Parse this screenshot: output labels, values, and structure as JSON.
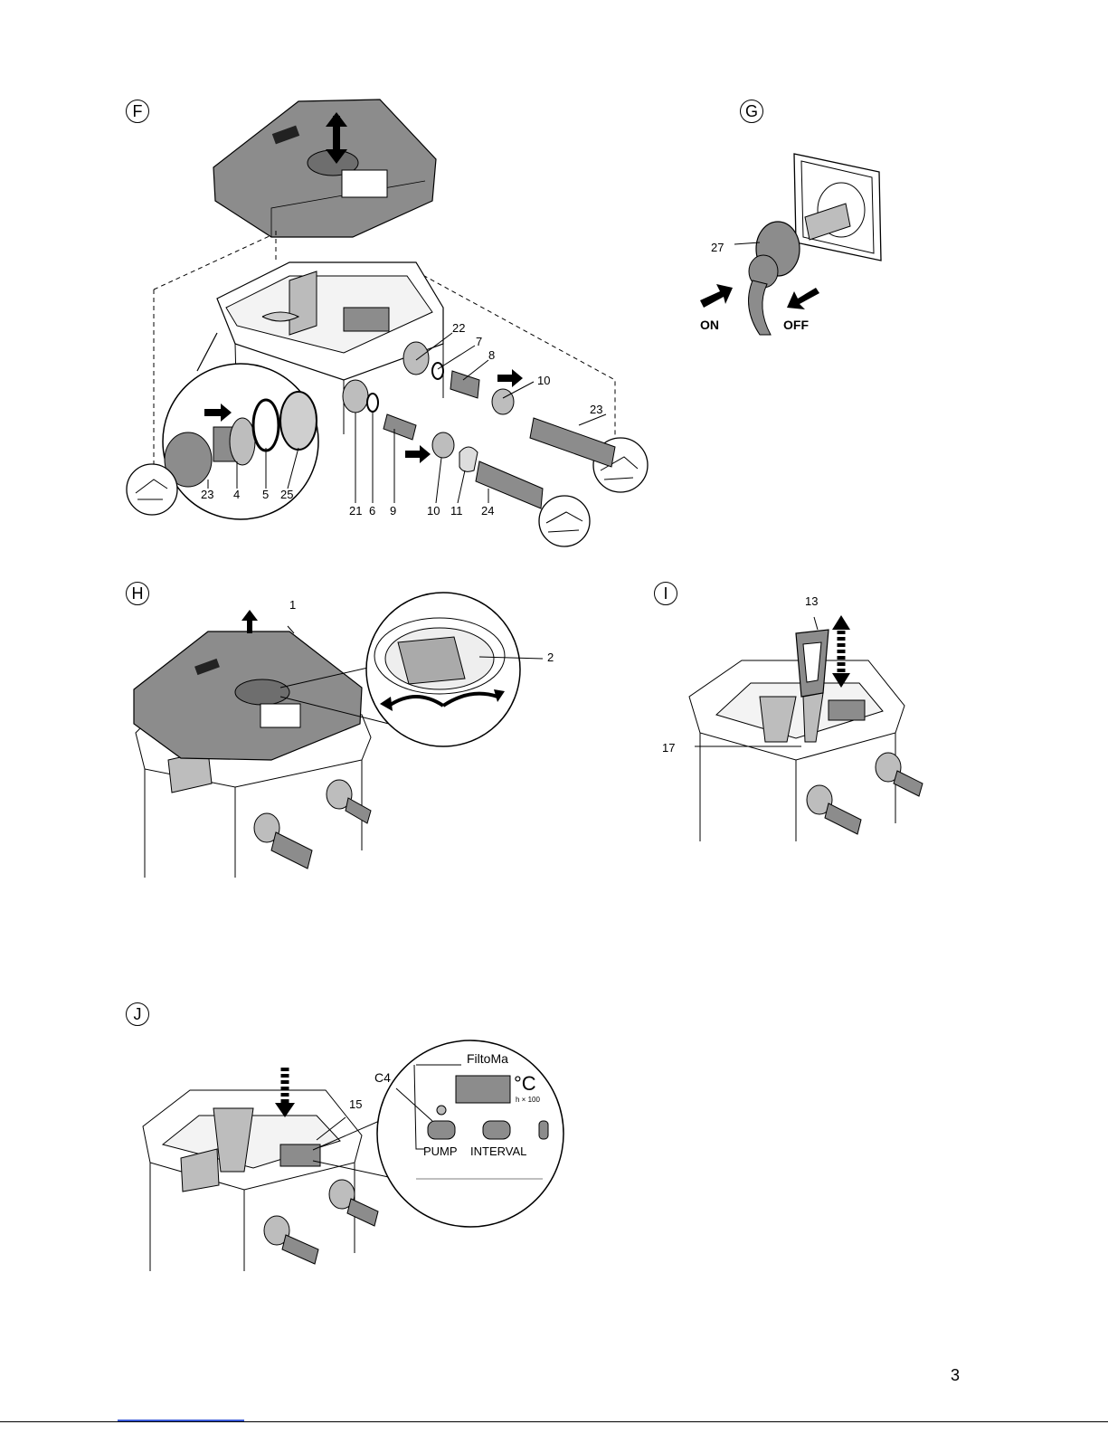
{
  "figures": {
    "F": {
      "badge": "F",
      "callouts": [
        "22",
        "7",
        "8",
        "10",
        "23",
        "23",
        "4",
        "5",
        "25",
        "21",
        "6",
        "9",
        "10",
        "11",
        "24"
      ]
    },
    "G": {
      "badge": "G",
      "callouts": [
        "27"
      ],
      "on_label": "ON",
      "off_label": "OFF"
    },
    "H": {
      "badge": "H",
      "callouts": [
        "1",
        "2"
      ]
    },
    "I": {
      "badge": "I",
      "callouts": [
        "13",
        "17"
      ]
    },
    "J": {
      "badge": "J",
      "callouts": [
        "C4",
        "15"
      ],
      "panel": {
        "brand": "FiltoMa",
        "unit": "°C",
        "unit_sub": "h × 100",
        "pump_label": "PUMP",
        "interval_label": "INTERVAL"
      }
    }
  },
  "page_number": "3",
  "colors": {
    "housing_gray": "#8c8c8c",
    "light_gray": "#cfcfcf",
    "line": "#000000",
    "link_blue": "#3b5bd9"
  }
}
